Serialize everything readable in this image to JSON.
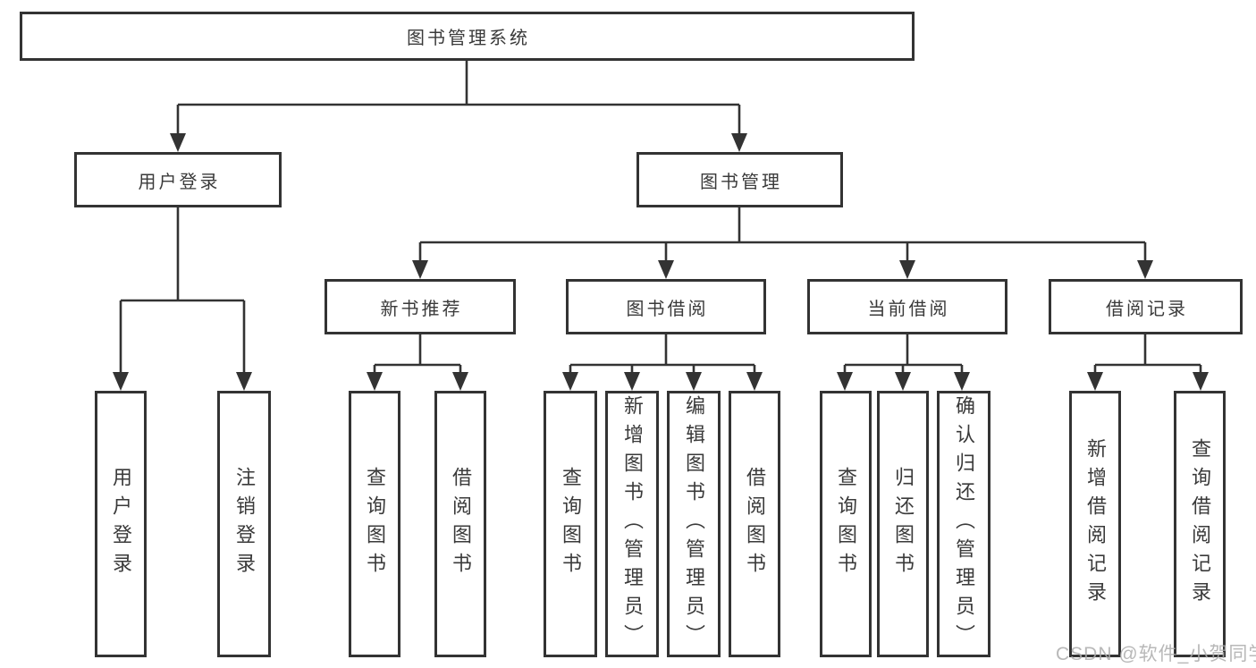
{
  "diagram": {
    "root": {
      "label": "图书管理系统"
    },
    "level2": [
      {
        "label": "用户登录",
        "children": [
          {
            "label": "用户登录"
          },
          {
            "label": "注销登录"
          }
        ]
      },
      {
        "label": "图书管理",
        "children": [
          {
            "label": "新书推荐",
            "children": [
              {
                "label": "查询图书"
              },
              {
                "label": "借阅图书"
              }
            ]
          },
          {
            "label": "图书借阅",
            "children": [
              {
                "label": "查询图书"
              },
              {
                "label": "新增图书（管理员）"
              },
              {
                "label": "编辑图书（管理员）"
              },
              {
                "label": "借阅图书"
              }
            ]
          },
          {
            "label": "当前借阅",
            "children": [
              {
                "label": "查询图书"
              },
              {
                "label": "归还图书"
              },
              {
                "label": "确认归还（管理员）"
              }
            ]
          },
          {
            "label": "借阅记录",
            "children": [
              {
                "label": "新增借阅记录"
              },
              {
                "label": "查询借阅记录"
              }
            ]
          }
        ]
      }
    ]
  },
  "watermark": {
    "text": "CSDN @软件_小贺同学"
  },
  "colors": {
    "line": "#333333",
    "text": "#3a3a3a",
    "watermark": "#acacac",
    "background": "#ffffff"
  }
}
